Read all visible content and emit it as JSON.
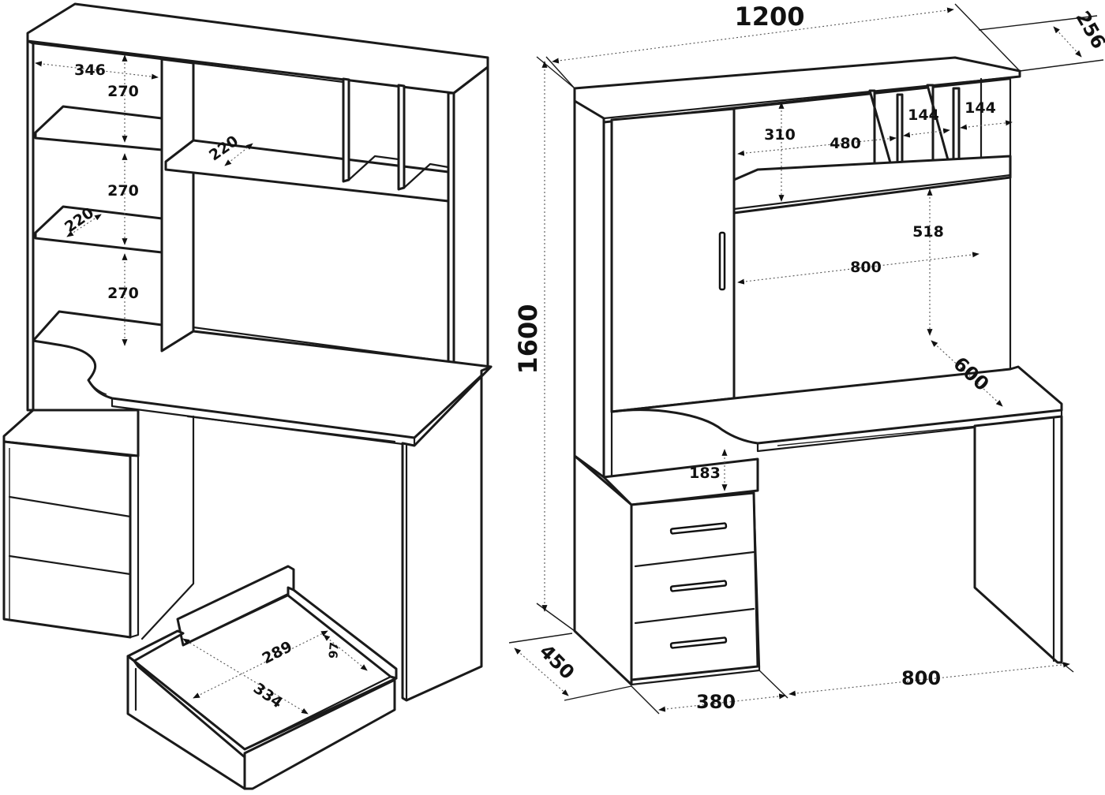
{
  "left_view": {
    "dims": {
      "d346": "346",
      "d270a": "270",
      "d270b": "270",
      "d270c": "270",
      "d220a": "220",
      "d220b": "220"
    }
  },
  "drawer_detail": {
    "dims": {
      "d289": "289",
      "d334": "334",
      "d97": "97"
    }
  },
  "right_view": {
    "dims": {
      "d1200": "1200",
      "d256": "256",
      "d1600": "1600",
      "d310": "310",
      "d480": "480",
      "d144a": "144",
      "d144b": "144",
      "d518": "518",
      "d800top": "800",
      "d600": "600",
      "d183": "183",
      "d450": "450",
      "d380": "380",
      "d800bottom": "800"
    }
  }
}
